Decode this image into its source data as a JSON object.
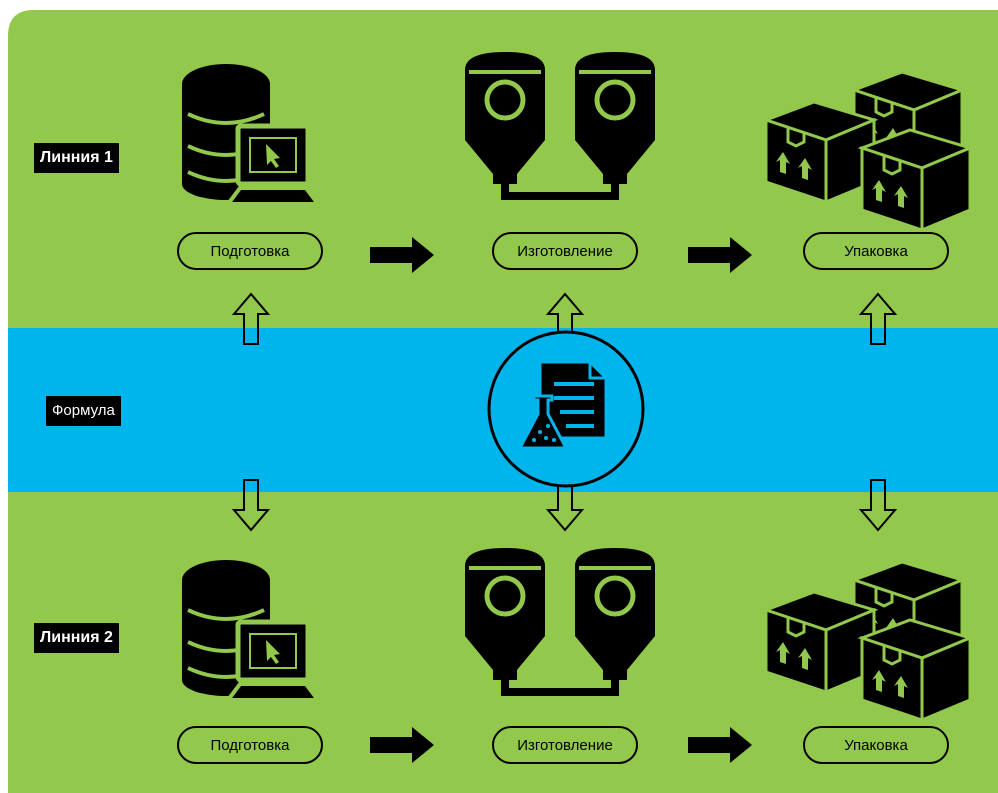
{
  "colors": {
    "band_green": "#92c84b",
    "band_blue": "#00b5ec",
    "ink": "#000000",
    "accent": "#92c84b"
  },
  "shared_band": {
    "label": "Формула",
    "center_icon": "formula-document-flask-icon"
  },
  "lines": [
    {
      "label": "Линния 1",
      "stages": [
        {
          "label": "Подготовка",
          "icon": "database-computer-icon"
        },
        {
          "label": "Изготовление",
          "icon": "silos-icon"
        },
        {
          "label": "Упаковка",
          "icon": "boxes-icon"
        }
      ]
    },
    {
      "label": "Линния 2",
      "stages": [
        {
          "label": "Подготовка",
          "icon": "database-computer-icon"
        },
        {
          "label": "Изготовление",
          "icon": "silos-icon"
        },
        {
          "label": "Упаковка",
          "icon": "boxes-icon"
        }
      ]
    }
  ]
}
